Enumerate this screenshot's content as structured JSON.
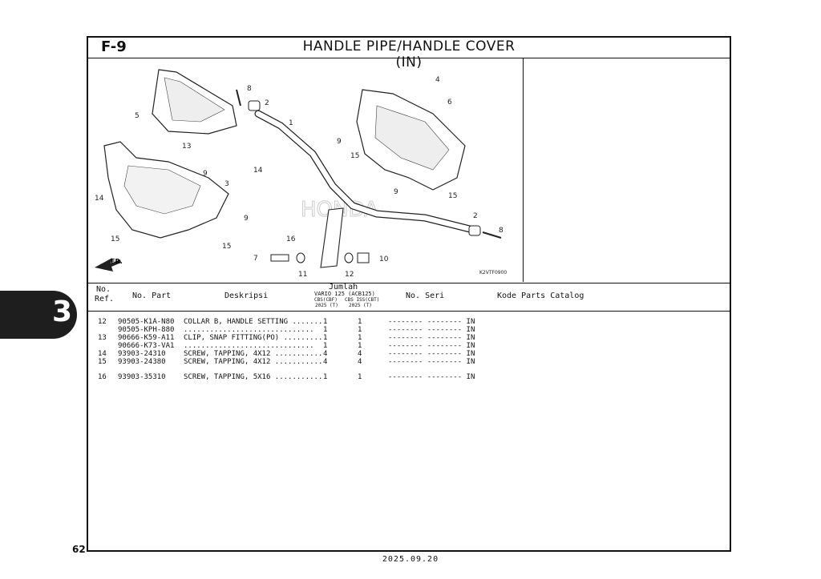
{
  "page": {
    "section_code": "F-9",
    "title": "HANDLE PIPE/HANDLE COVER (IN)",
    "page_number": "62",
    "chapter_tab": "3",
    "date": "2025.09.20"
  },
  "diagram": {
    "figure_code": "K2VTF0900",
    "front_marker": "FR.",
    "watermark": "HONDA",
    "callouts": [
      "1",
      "2",
      "2",
      "3",
      "4",
      "5",
      "6",
      "7",
      "8",
      "8",
      "9",
      "9",
      "9",
      "9",
      "10",
      "11",
      "12",
      "13",
      "14",
      "14",
      "15",
      "15",
      "15",
      "15",
      "16"
    ]
  },
  "table": {
    "headers": {
      "ref_line1": "No.",
      "ref_line2": "Ref.",
      "part": "No. Part",
      "desc": "Deskripsi",
      "qty": "Jumlah",
      "model": "VARIO 125 (ACB125)",
      "col_a": "CBS(CBF)",
      "col_a_year": "2025 (T)",
      "col_b": "CBS ISS(CBT)",
      "col_b_year": "2025 (T)",
      "serial": "No. Seri",
      "catalog": "Kode Parts Catalog"
    },
    "rows": [
      {
        "ref": "12",
        "part": "90505-K1A-N80",
        "desc": "COLLAR B, HANDLE SETTING .......",
        "qa": "1",
        "qb": "1",
        "serial": "-------- -------- IN"
      },
      {
        "ref": "",
        "part": "90505-KPH-880",
        "desc": " ..............................",
        "qa": "1",
        "qb": "1",
        "serial": "-------- -------- IN"
      },
      {
        "ref": "13",
        "part": "90666-K59-A11",
        "desc": "CLIP, SNAP FITTING(PO) .........",
        "qa": "1",
        "qb": "1",
        "serial": "-------- -------- IN"
      },
      {
        "ref": "",
        "part": "90666-K73-VA1",
        "desc": " ..............................",
        "qa": "1",
        "qb": "1",
        "serial": "-------- -------- IN"
      },
      {
        "ref": "14",
        "part": "93903-24310",
        "desc": "SCREW, TAPPING, 4X12 ...........",
        "qa": "4",
        "qb": "4",
        "serial": "-------- -------- IN"
      },
      {
        "ref": "15",
        "part": "93903-24380",
        "desc": "SCREW, TAPPING, 4X12 ...........",
        "qa": "4",
        "qb": "4",
        "serial": "-------- -------- IN"
      },
      {
        "ref": "16",
        "part": "93903-35310",
        "desc": "SCREW, TAPPING, 5X16 ...........",
        "qa": "1",
        "qb": "1",
        "serial": "-------- -------- IN"
      }
    ]
  }
}
